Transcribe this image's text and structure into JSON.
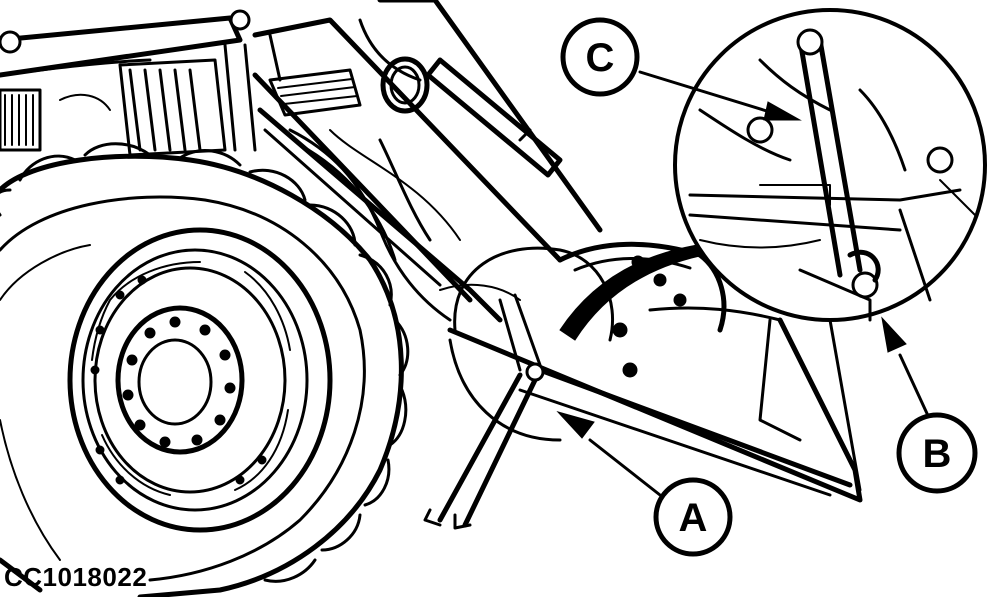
{
  "figure": {
    "id_text": "CC1018022"
  },
  "callouts": {
    "a": "A",
    "b": "B",
    "c": "C"
  }
}
